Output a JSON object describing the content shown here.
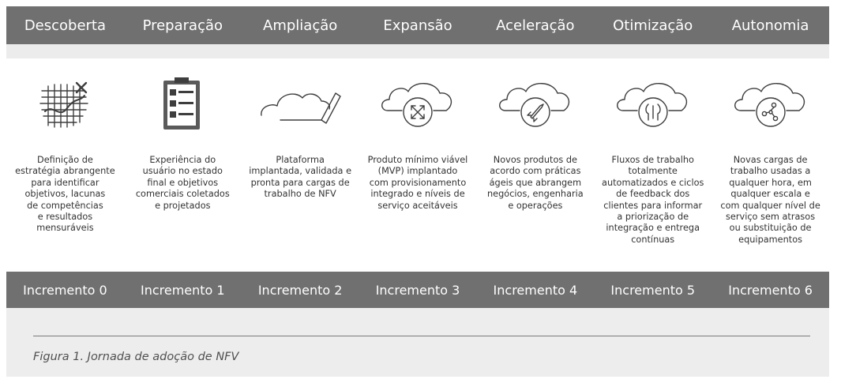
{
  "stages": [
    {
      "title": "Descoberta",
      "icon": "strategy-grid-icon",
      "description": "Definição de\nestratégia abrangente\npara identificar\nobjetivos, lacunas\nde competências\ne resultados\nmensuráveis",
      "increment": "Incremento 0"
    },
    {
      "title": "Preparação",
      "icon": "checklist-clipboard-icon",
      "description": "Experiência do\nusuário no estado\nfinal e objetivos\ncomerciais coletados\ne projetados",
      "increment": "Incremento 1"
    },
    {
      "title": "Ampliação",
      "icon": "cloud-being-drawn-icon",
      "description": "Plataforma\nimplantada, validada e\npronta para cargas de\ntrabalho de NFV",
      "increment": "Incremento 2"
    },
    {
      "title": "Expansão",
      "icon": "cloud-expand-arrows-icon",
      "description": "Produto mínimo viável\n(MVP) implantado\ncom provisionamento\nintegrado e níveis de\nserviço aceitáveis",
      "increment": "Incremento 3"
    },
    {
      "title": "Aceleração",
      "icon": "cloud-rocket-icon",
      "description": "Novos produtos de\nacordo com práticas\nágeis que abrangem\nnegócios, engenharia\ne operações",
      "increment": "Incremento 4"
    },
    {
      "title": "Otimização",
      "icon": "cloud-tools-icon",
      "description": "Fluxos de trabalho\ntotalmente\nautomatizados e ciclos\nde feedback dos\nclientes para informar\na priorização de\nintegração e entrega\ncontínuas",
      "increment": "Incremento 5"
    },
    {
      "title": "Autonomia",
      "icon": "cloud-network-icon",
      "description": "Novas cargas de\ntrabalho usadas a\nqualquer hora, em\nqualquer escala e\ncom qualquer nível de\nserviço sem atrasos\nou substituição de\nequipamentos",
      "increment": "Incremento 6"
    }
  ],
  "caption": "Figura 1.  Jornada de adoção de NFV",
  "colors": {
    "band": "#707070",
    "stripe": "#ececec",
    "caption_bg": "#ededed",
    "text": "#333333"
  }
}
